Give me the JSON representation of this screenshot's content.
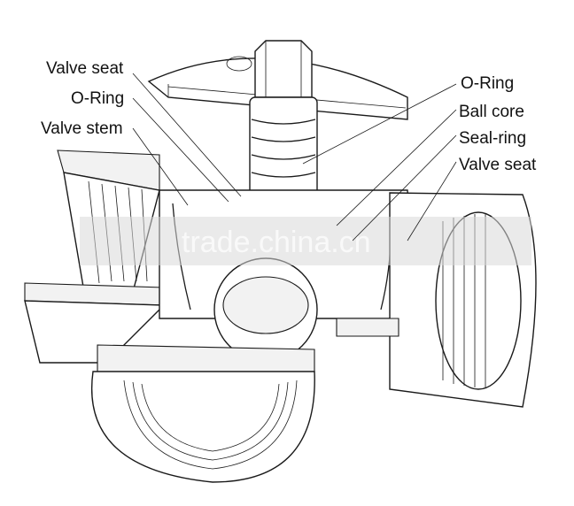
{
  "labels_left": [
    "Valve seat",
    "O-Ring",
    "Valve stem"
  ],
  "labels_right": [
    "O-Ring",
    "Ball core",
    "Seal-ring",
    "Valve seat"
  ],
  "watermark": "trade.china.cn",
  "colors": {
    "line": "#1a1a1a",
    "background": "#ffffff",
    "text": "#111111"
  }
}
